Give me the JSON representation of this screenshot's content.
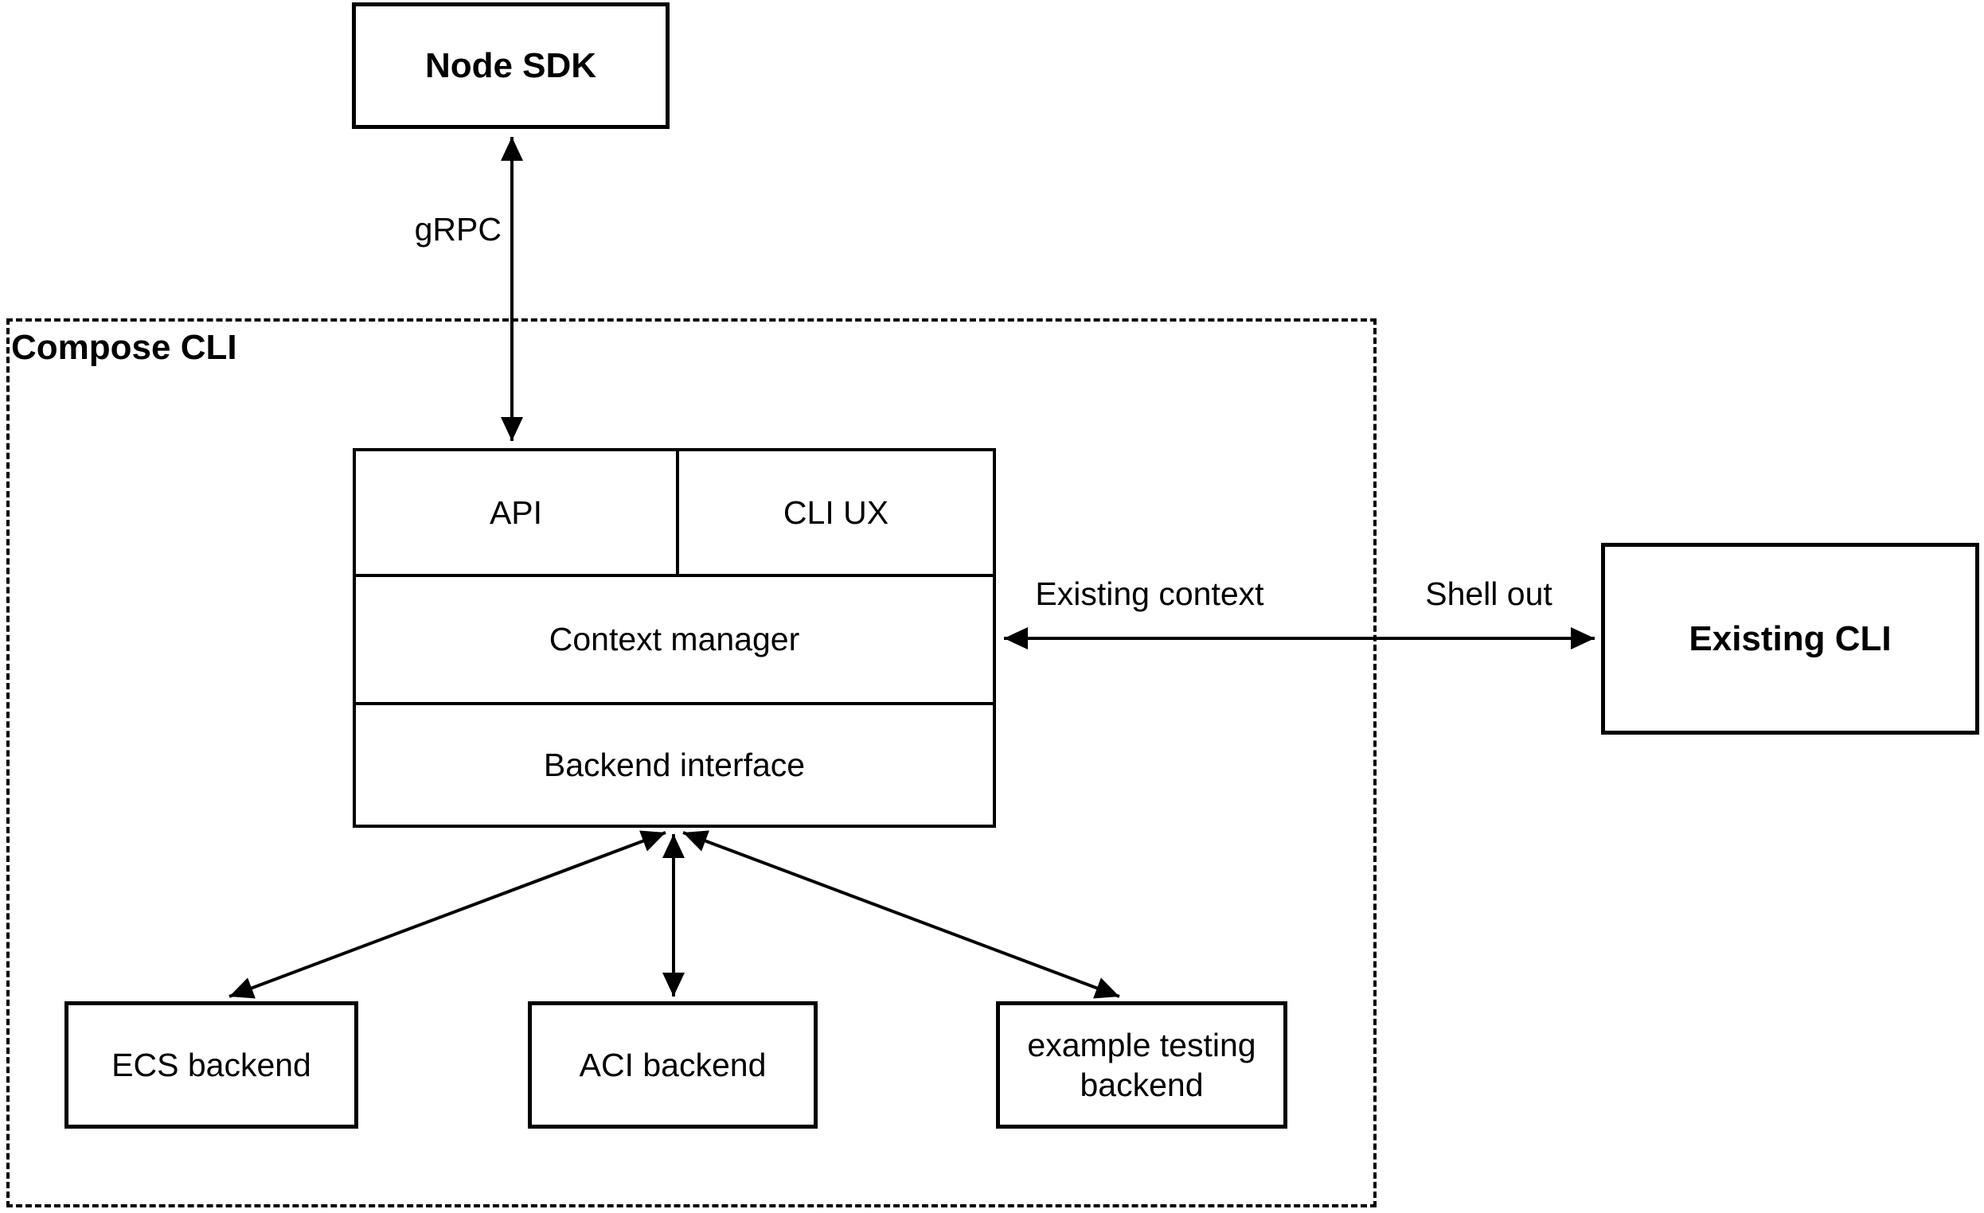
{
  "diagram": {
    "background": "#ffffff",
    "stroke_color": "#000000",
    "node_sdk": {
      "label": "Node SDK"
    },
    "compose_cli": {
      "label": "Compose CLI"
    },
    "stack": {
      "api": "API",
      "cli_ux": "CLI UX",
      "context_manager": "Context manager",
      "backend_interface": "Backend interface"
    },
    "backends": {
      "ecs": "ECS backend",
      "aci": "ACI backend",
      "example": "example testing backend"
    },
    "existing_cli": {
      "label": "Existing CLI"
    },
    "edge_labels": {
      "grpc": "gRPC",
      "existing_context": "Existing context",
      "shell_out": "Shell out"
    }
  }
}
